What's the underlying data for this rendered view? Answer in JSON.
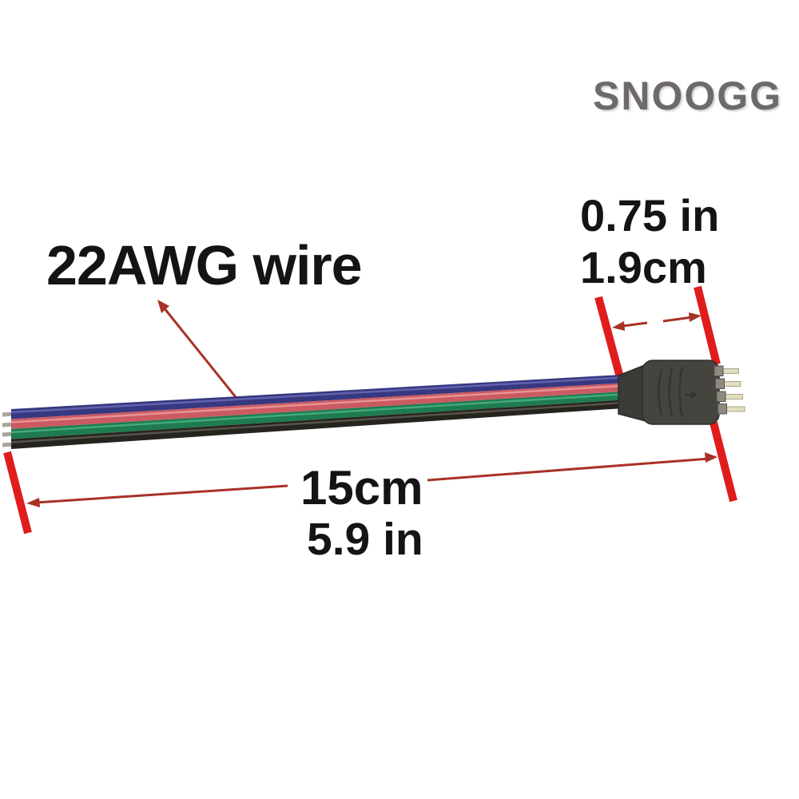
{
  "brand": "SNOOGG",
  "annotations": {
    "wire_gauge_label": "22AWG wire",
    "connector_width_in": "0.75 in",
    "connector_width_cm": "1.9cm",
    "cable_length_cm": "15cm",
    "cable_length_in": "5.9 in"
  },
  "product": {
    "pin_count": 4,
    "wires": [
      {
        "name": "blue",
        "color": "#37387f",
        "highlight": "#6062ae"
      },
      {
        "name": "red",
        "color": "#cb5a62",
        "highlight": "#e89394"
      },
      {
        "name": "green",
        "color": "#1f7b50",
        "highlight": "#43a97a"
      },
      {
        "name": "black",
        "color": "#26241f",
        "highlight": "#55534a"
      }
    ]
  },
  "colors": {
    "dimension_bar_red": "#e01c1c",
    "dimension_line_red": "#a93226",
    "label_text": "#141414",
    "brand_gray": "#6f6a6a",
    "connector_body": "#45443f",
    "connector_boot": "#3c3b37",
    "pin_base": "#8d8a7f",
    "pin_shaft": "#e3dec2",
    "wire_tip_silver": "#a8a49c",
    "background": "#ffffff"
  }
}
